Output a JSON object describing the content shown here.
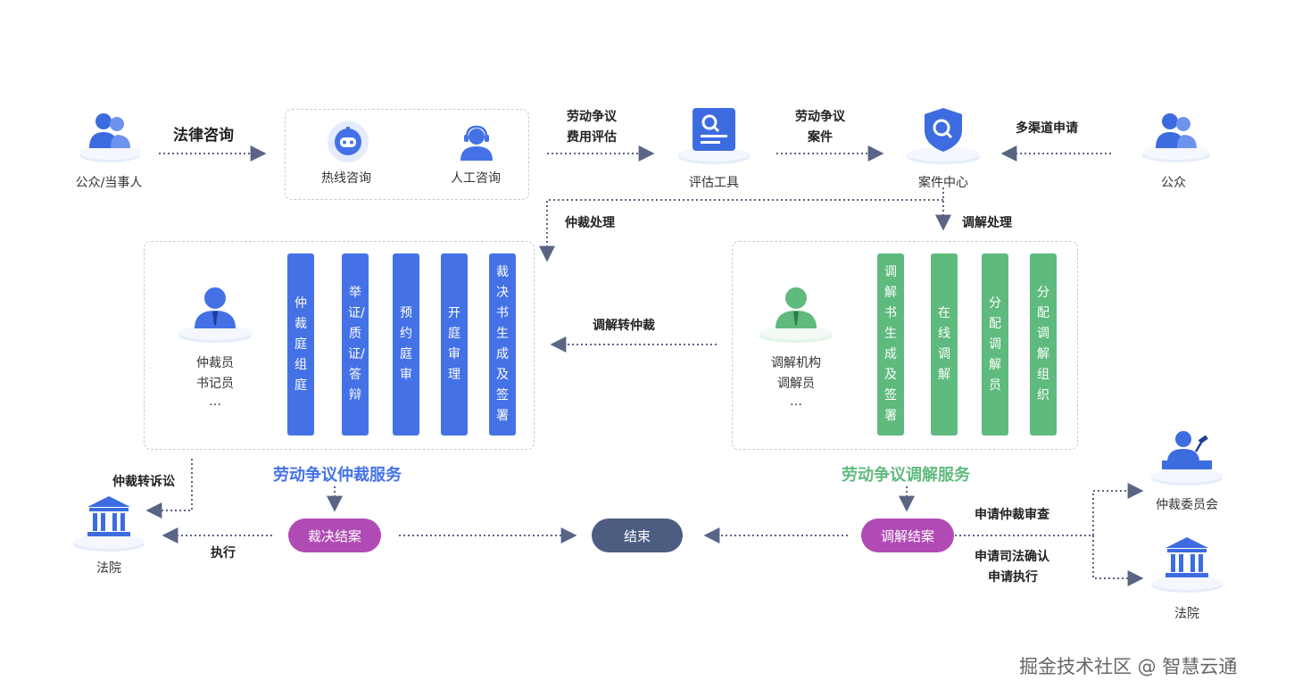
{
  "top": {
    "public_party": "公众/当事人",
    "legal_consult": "法律咨询",
    "hotline": "热线咨询",
    "manual": "人工咨询",
    "fee_eval_1": "劳动争议",
    "fee_eval_2": "费用评估",
    "eval_tool": "评估工具",
    "case_1": "劳动争议",
    "case_2": "案件",
    "case_center": "案件中心",
    "multi_channel": "多渠道申请",
    "public": "公众",
    "arb_process": "仲裁处理",
    "med_process": "调解处理"
  },
  "arbitration": {
    "people": [
      "仲裁员",
      "书记员",
      "…"
    ],
    "steps": [
      "仲裁庭组庭",
      "举证/质证/答辩",
      "预约庭审",
      "开庭审理",
      "裁决书生成及签署"
    ],
    "title": "劳动争议仲裁服务",
    "close": "裁决结案"
  },
  "mediation": {
    "people": [
      "调解机构",
      "调解员",
      "…"
    ],
    "steps": [
      "调解书生成及签署",
      "在线调解",
      "分配调解员",
      "分配调解组织"
    ],
    "title": "劳动争议调解服务",
    "close": "调解结案"
  },
  "flow": {
    "med_to_arb": "调解转仲裁",
    "arb_to_lawsuit": "仲裁转诉讼",
    "court_left": "法院",
    "execute": "执行",
    "end": "结束",
    "apply_review": "申请仲裁审查",
    "apply_confirm": "申请司法确认",
    "apply_execute": "申请执行",
    "committee": "仲裁委员会",
    "court_right": "法院"
  },
  "watermark": "掘金技术社区 @ 智慧云通",
  "colors": {
    "blue": "#4472e6",
    "green": "#5fba7d",
    "purple": "#b04bb5",
    "slate": "#4d5d82",
    "arb_title": "#4472e6",
    "med_title": "#5fba7d"
  }
}
